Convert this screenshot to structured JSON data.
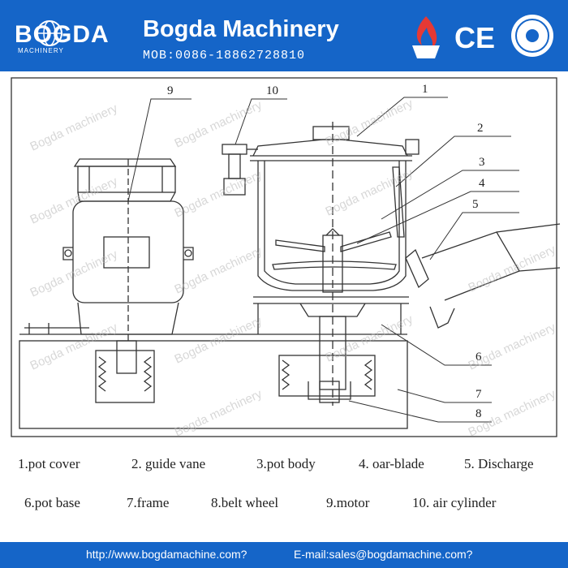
{
  "header": {
    "logo_text": "BOGDA",
    "logo_sub": "MACHINERY",
    "brand": "Bogda Machinery",
    "mobile": "MOB:0086-18862728810",
    "cert_mark": "CE"
  },
  "diagram": {
    "watermark": "Bogda machinery",
    "part_numbers": [
      "1",
      "2",
      "3",
      "4",
      "5",
      "6",
      "7",
      "8",
      "9",
      "10"
    ]
  },
  "legend": {
    "row1": [
      "1.pot cover",
      "2. guide vane",
      "3.pot body",
      "4. oar-blade",
      "5. Discharge"
    ],
    "row2": [
      "6.pot base",
      "7.frame",
      "8.belt wheel",
      "9.motor",
      "10. air cylinder"
    ]
  },
  "footer": {
    "website": "http://www.bogdamachine.com?",
    "email": "E-mail:sales@bogdamachine.com?"
  },
  "colors": {
    "header_bg": "#1565c8",
    "line": "#333333",
    "watermark": "#b8b8b8"
  }
}
